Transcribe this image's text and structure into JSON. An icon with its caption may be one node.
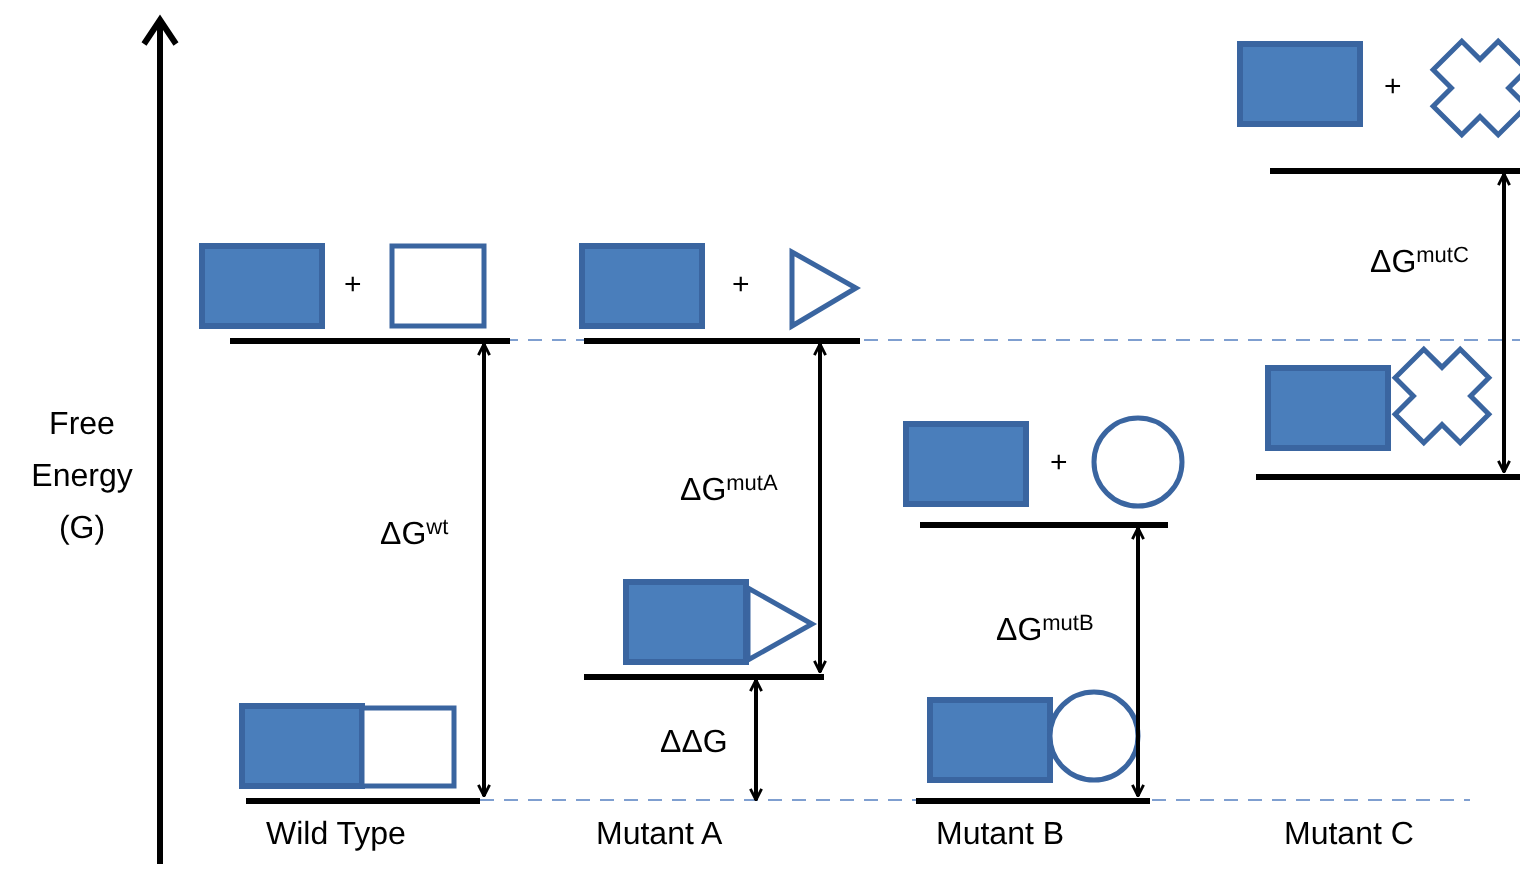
{
  "diagram": {
    "nodes": [
      {
        "text": [],
        "shape": "bar"
      },
      {
        "text": [],
        "shape": "bar"
      },
      {
        "text": [],
        "shape": "bar"
      },
      {
        "text": [],
        "shape": "bar"
      },
      {
        "text": [],
        "shape": "bar"
      },
      {
        "text": [],
        "shape": "bar"
      },
      {
        "text": [],
        "shape": "bar"
      },
      {
        "text": [],
        "shape": "bar"
      }
    ],
    "edges": [
      {
        "from": 0,
        "to": 1,
        "arrow": "both",
        "label": "ΔG$^{wt}$"
      },
      {
        "from": 2,
        "to": 3,
        "arrow": "both",
        "label": "ΔG$^{mutA}$"
      },
      {
        "from": 3,
        "to": null,
        "arrow": "both",
        "label": "ΔΔG"
      },
      {
        "from": 4,
        "to": 5,
        "arrow": "both",
        "label": "ΔG$^{mutB}$"
      },
      {
        "from": 6,
        "to": 7,
        "arrow": "both",
        "label": "ΔG$^{mutC}$"
      }
    ],
    "labels": [
      "Free Energy (G)",
      "+",
      "+",
      "+",
      "+",
      "Wild Type",
      "Mutant A",
      "Mutant B",
      "Mutant C"
    ]
  }
}
